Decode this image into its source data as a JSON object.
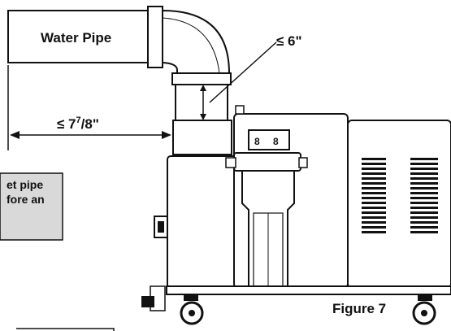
{
  "labels": {
    "water_pipe": "Water Pipe",
    "dim_height_prefix": "≤ 6\"",
    "dim_width_prefix": "≤ 7",
    "dim_width_sup": "7",
    "dim_width_rest": "/8\"",
    "figure_caption": "Figure 7"
  },
  "callout": {
    "line1": "et pipe",
    "line2": "fore an"
  },
  "colors": {
    "line": "#111111",
    "callout_bg": "#d9d9d9",
    "body_fill": "#ffffff"
  }
}
